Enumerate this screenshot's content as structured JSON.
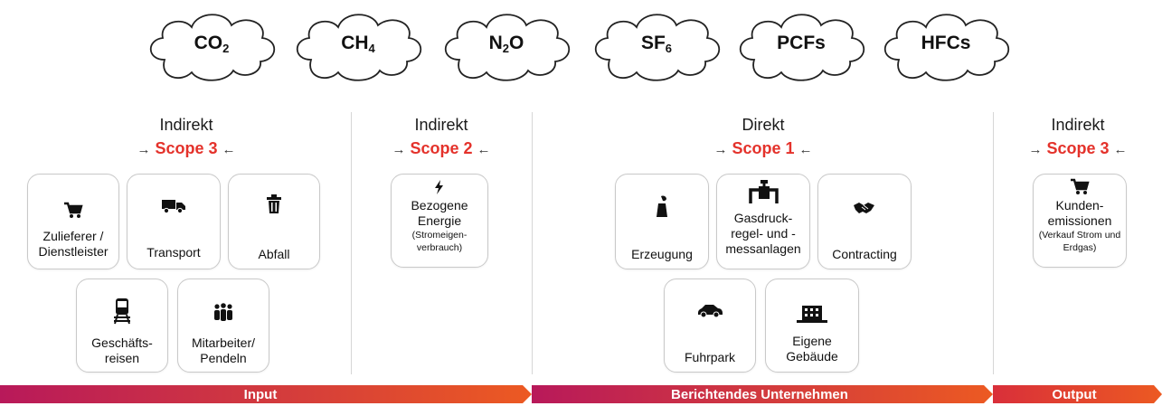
{
  "gases": [
    {
      "main": "CO",
      "sub": "2"
    },
    {
      "main": "CH",
      "sub": "4"
    },
    {
      "main": "N",
      "sub": "2",
      "tail": "O"
    },
    {
      "main": "SF",
      "sub": "6"
    },
    {
      "main": "PCFs"
    },
    {
      "main": "HFCs"
    }
  ],
  "sections": {
    "scope3_input": {
      "kind": "Indirekt",
      "scope": "Scope 3",
      "arrow_left": "→",
      "arrow_right": "←"
    },
    "scope2": {
      "kind": "Indirekt",
      "scope": "Scope 2",
      "arrow_left": "→",
      "arrow_right": "←"
    },
    "scope1": {
      "kind": "Direkt",
      "scope": "Scope 1",
      "arrow_left": "→",
      "arrow_right": "←"
    },
    "scope3_output": {
      "kind": "Indirekt",
      "scope": "Scope 3",
      "arrow_left": "→",
      "arrow_right": "←"
    }
  },
  "cards": {
    "zulieferer": {
      "label": "Zulieferer / Dienstleister",
      "icon": "cart-icon"
    },
    "transport": {
      "label": "Transport",
      "icon": "truck-icon"
    },
    "abfall": {
      "label": "Abfall",
      "icon": "trash-icon"
    },
    "geschaeftsreisen": {
      "label": "Geschäfts- reisen",
      "icon": "train-icon"
    },
    "mitarbeiter": {
      "label": "Mitarbeiter/ Pendeln",
      "icon": "people-icon"
    },
    "energie": {
      "label": "Bezogene Energie",
      "sub": "(Stromeigen- verbrauch)",
      "icon": "bolt-icon"
    },
    "erzeugung": {
      "label": "Erzeugung",
      "icon": "power-plant-icon"
    },
    "gasdruck": {
      "label": "Gasdruck- regel- und - messanlagen",
      "icon": "pipe-valve-icon"
    },
    "contracting": {
      "label": "Contracting",
      "icon": "handshake-icon"
    },
    "fuhrpark": {
      "label": "Fuhrpark",
      "icon": "car-icon"
    },
    "gebaeude": {
      "label": "Eigene Gebäude",
      "icon": "building-icon"
    },
    "kunden": {
      "label": "Kunden- emissionen",
      "sub": "(Verkauf Strom und Erdgas)",
      "icon": "cart-icon"
    }
  },
  "bars": {
    "input": "Input",
    "company": "Berichtendes Unternehmen",
    "output": "Output"
  },
  "colors": {
    "scope_red": "#e4322b",
    "bar_start": "#b8195a",
    "bar_end": "#ec5a22"
  }
}
